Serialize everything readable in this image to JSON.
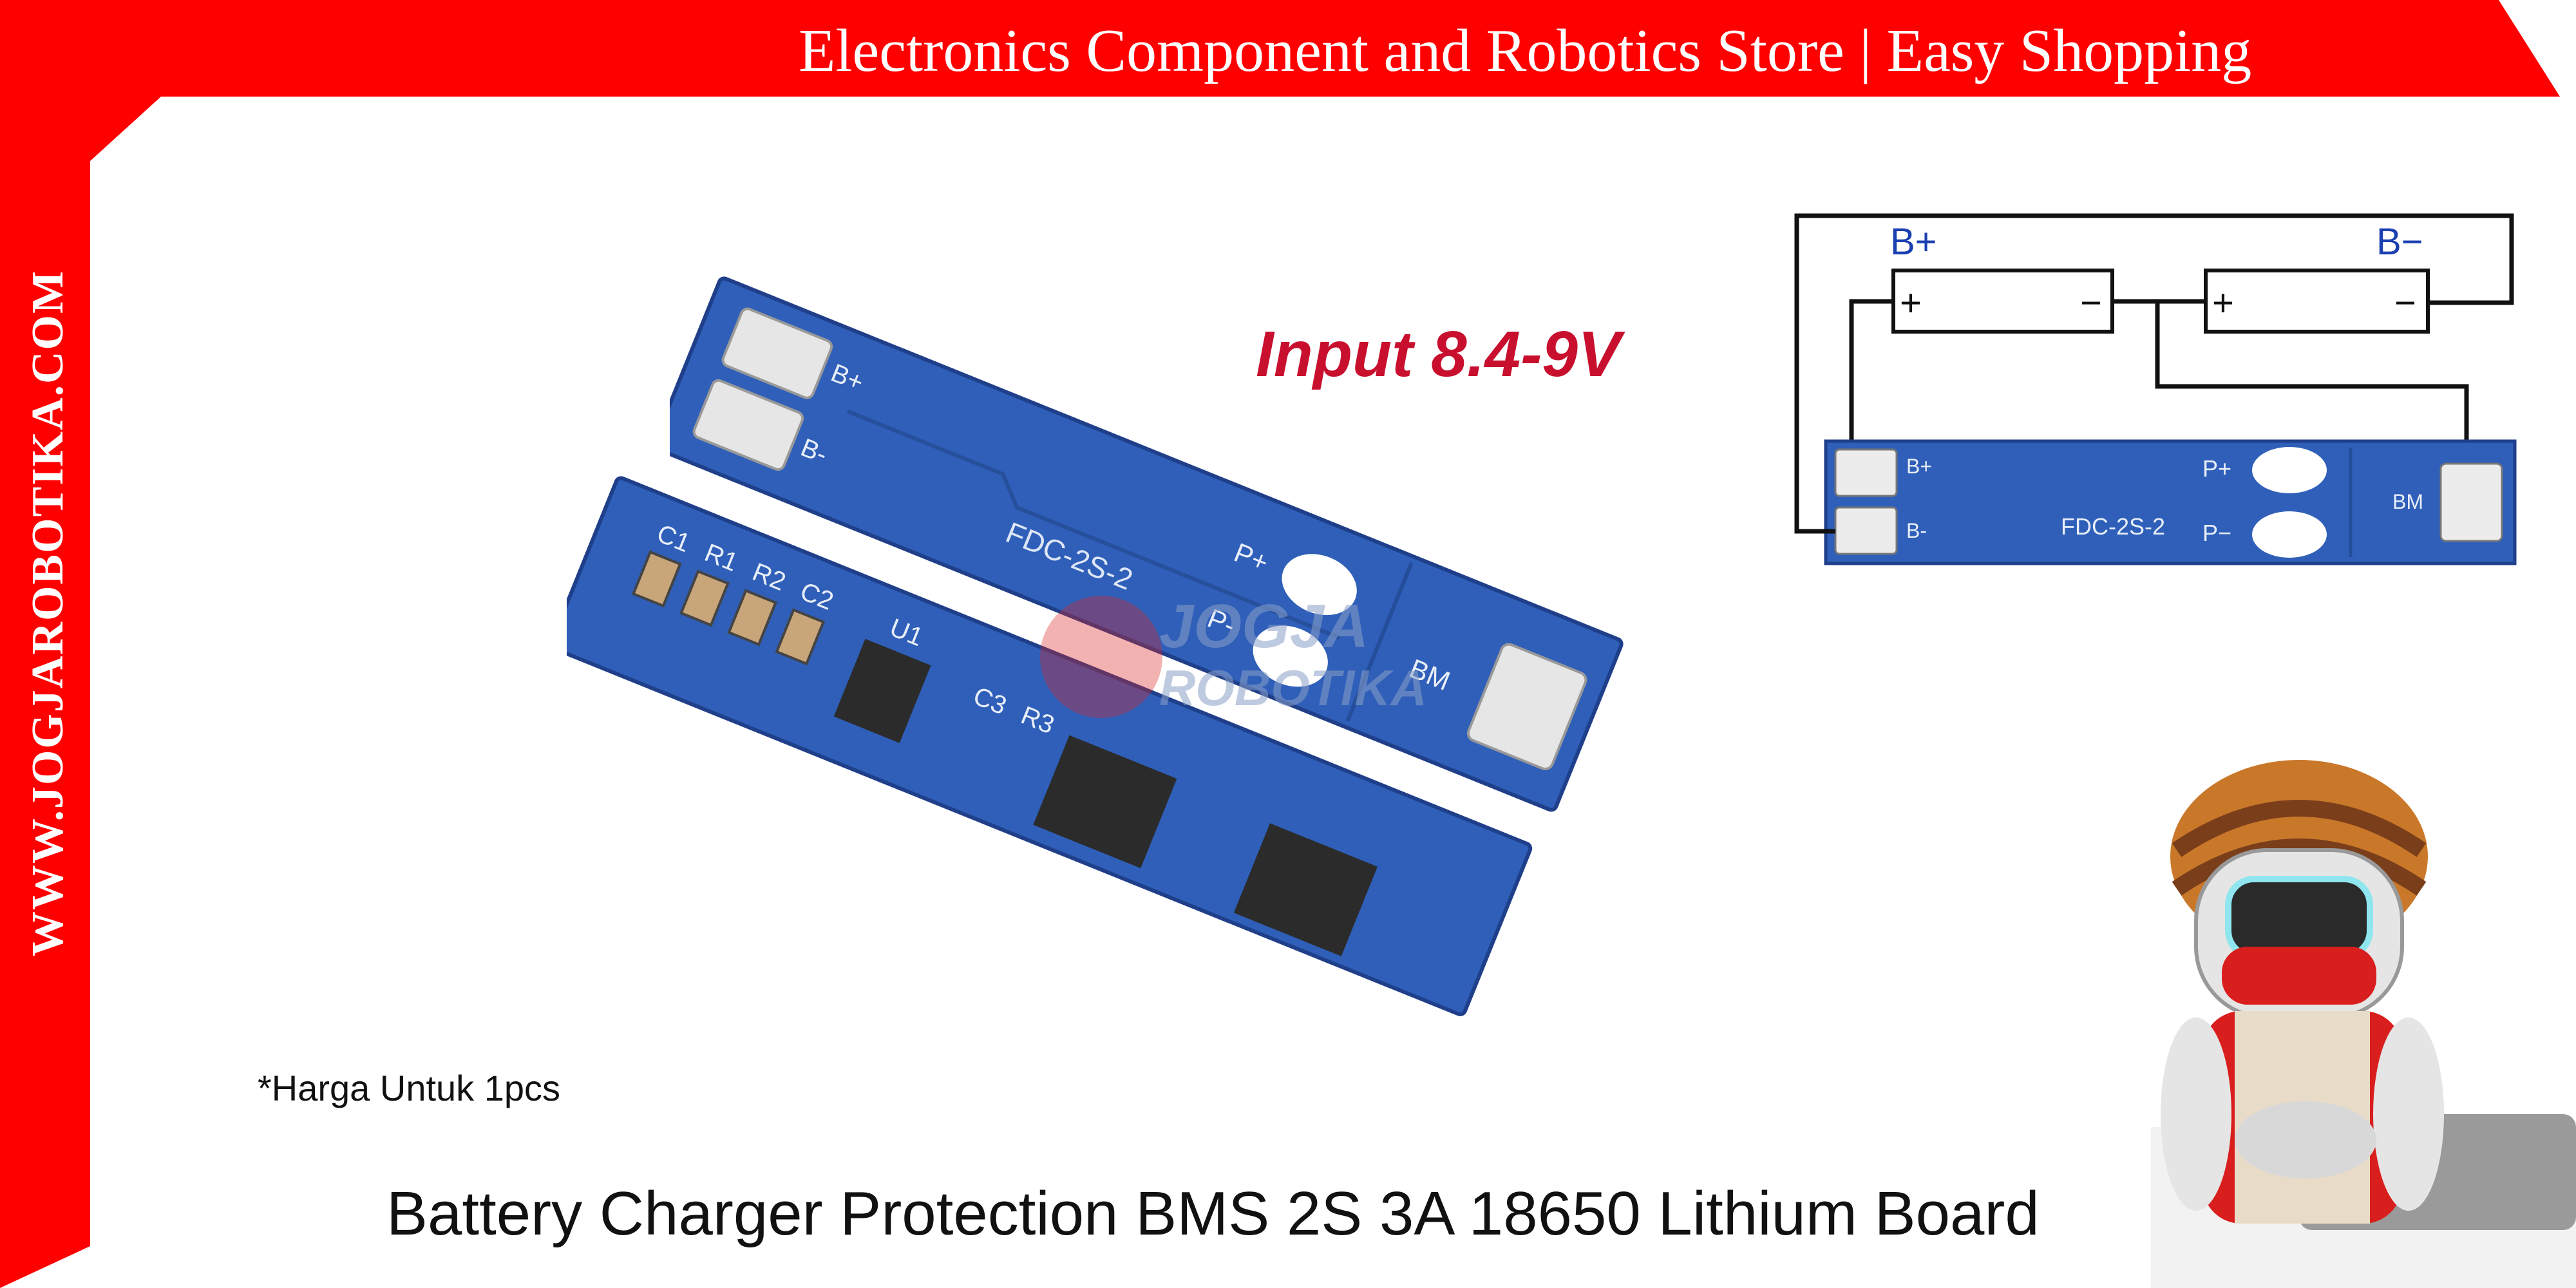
{
  "header": {
    "banner": "Electronics Component and Robotics Store | Easy Shopping"
  },
  "sidebar": {
    "website": "WWW.JOGJAROBOTIKA.COM"
  },
  "product": {
    "input_label": "Input 8.4-9V",
    "note": "*Harga Untuk 1pcs",
    "title": "Battery Charger Protection BMS 2S 3A 18650 Lithium Board"
  },
  "board_top": {
    "label_bplus": "B+",
    "label_bminus": "B-",
    "label_pplus": "P+",
    "label_pminus": "P-",
    "label_model": "FDC-2S-2",
    "label_bm": "BM"
  },
  "board_bottom": {
    "labels": [
      "C1",
      "R1",
      "R2",
      "C2",
      "U1",
      "C3",
      "R3"
    ]
  },
  "diagram": {
    "label_bplus": "B+",
    "label_bminus": "B−",
    "cell_plus": "+",
    "cell_minus": "−",
    "board_bplus": "B+",
    "board_bminus": "B-",
    "board_pplus": "P+",
    "board_pminus": "P−",
    "board_model": "FDC-2S-2",
    "board_bm": "BM"
  },
  "watermark": {
    "line1": "JOGJA",
    "line2": "ROBOTIKA"
  },
  "colors": {
    "brand_red": "#ff0000",
    "board_blue": "#2f5fb8",
    "label_red": "#c8102e"
  }
}
